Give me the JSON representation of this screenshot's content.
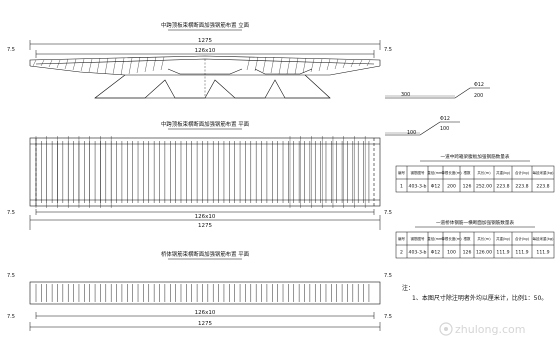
{
  "views": {
    "elevation_title": "中跨顶板束横断面加强钢筋布置 立面",
    "plan_title": "中跨顶板束横断面加强钢筋布置 平面",
    "bottom_title": "桥体钢筋束横断面加强钢筋布置 平面"
  },
  "dimensions": {
    "total": "1275",
    "spacing": "126x10",
    "edge": "7.5",
    "rebar_label": "Φ12",
    "rebar_len_a": "300",
    "rebar_len_b": "200",
    "rebar_len_c": "100"
  },
  "tables": [
    {
      "title": "一道中跨箱梁腹板加强钢筋数量表",
      "headers": [
        "编号",
        "钢筋图号",
        "直径(mm)",
        "单根长度(m)",
        "根数",
        "共长(m)",
        "共重(kg)",
        "合计(kg)",
        "每延米重(kg)"
      ],
      "rows": [
        [
          "1",
          "403-3-b",
          "Φ12",
          "200",
          "126",
          "252.00",
          "223.8",
          "223.8",
          "223.8"
        ]
      ]
    },
    {
      "title": "一道桥体钢筋一横断面加强钢筋数量表",
      "headers": [
        "编号",
        "钢筋图号",
        "直径(mm)",
        "单根长度(m)",
        "根数",
        "共长(m)",
        "共重(kg)",
        "合计(kg)",
        "每延米重(kg)"
      ],
      "rows": [
        [
          "2",
          "403-3-b",
          "Φ12",
          "100",
          "126",
          "126.00",
          "111.9",
          "111.9",
          "111.9"
        ]
      ]
    }
  ],
  "notes": [
    "注：",
    "1、本图尺寸除注明者外均以厘米计，比例1：50。"
  ],
  "watermark": "zhulong.com"
}
